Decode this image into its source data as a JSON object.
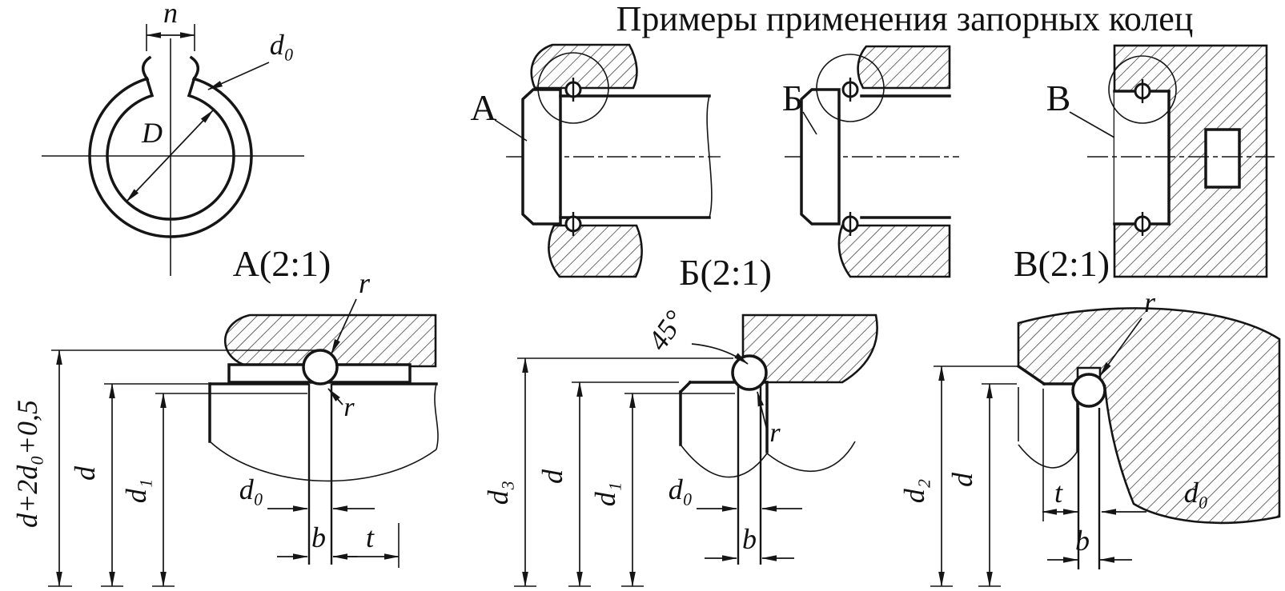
{
  "title": "Примеры применения запорных колец",
  "ring_view": {
    "n": "n",
    "d0": "d₀",
    "D": "D"
  },
  "examples": {
    "a": "А",
    "b": "Б",
    "v": "В"
  },
  "detail_a": {
    "title": "А(2:1)",
    "r_top": "r",
    "r_groove": "r",
    "d0": "d₀",
    "b": "b",
    "t": "t",
    "dim_outer": "d+2d₀+0,5",
    "dim_d": "d",
    "dim_d1": "d₁"
  },
  "detail_b": {
    "title": "Б(2:1)",
    "angle": "45°",
    "r": "r",
    "d0": "d₀",
    "b": "b",
    "dim_d3": "d₃",
    "dim_d": "d",
    "dim_d1": "d₁"
  },
  "detail_v": {
    "title": "В(2:1)",
    "r": "r",
    "t": "t",
    "d0": "d₀",
    "b": "b",
    "dim_d2": "d₂",
    "dim_d": "d"
  },
  "colors": {
    "line": "#151515",
    "background": "#ffffff"
  }
}
